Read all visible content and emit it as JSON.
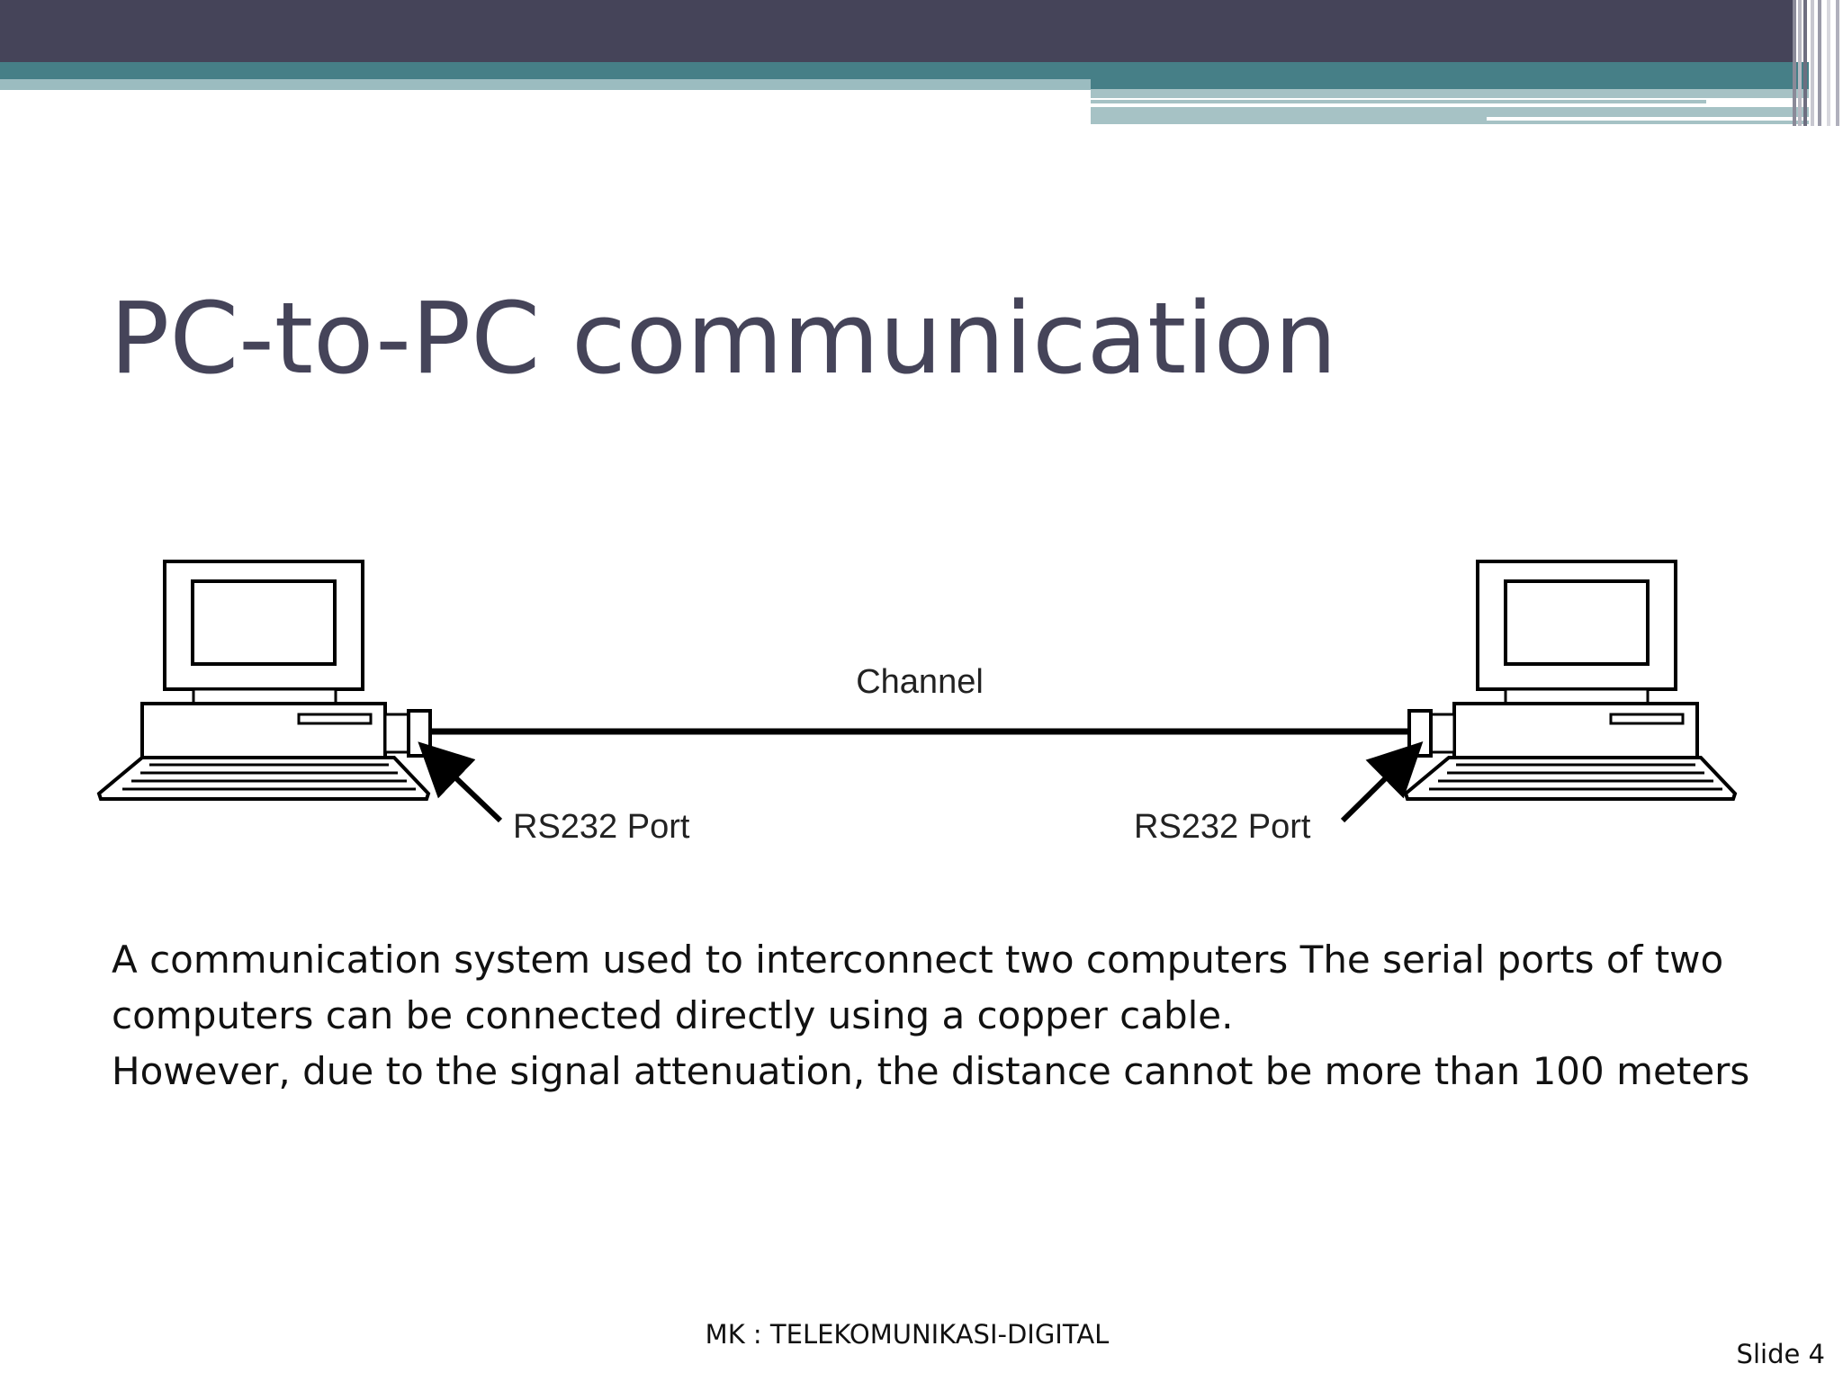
{
  "slide": {
    "title": "PC-to-PC communication",
    "diagram": {
      "channel_label": "Channel",
      "left_port_label": "RS232 Port",
      "right_port_label": "RS232 Port"
    },
    "body_lines": [
      "A communication system used to interconnect two computers The serial ports of two",
      "computers can be connected directly using a copper cable.",
      "However, due to the signal attenuation, the distance cannot be more than 100 meters"
    ],
    "footer": "MK : TELEKOMUNIKASI-DIGITAL",
    "slide_number": "Slide 4"
  },
  "theme": {
    "dark": "#454459",
    "teal": "#467f87",
    "light_teal": "#a6c2c5",
    "title_color": "#454459"
  }
}
